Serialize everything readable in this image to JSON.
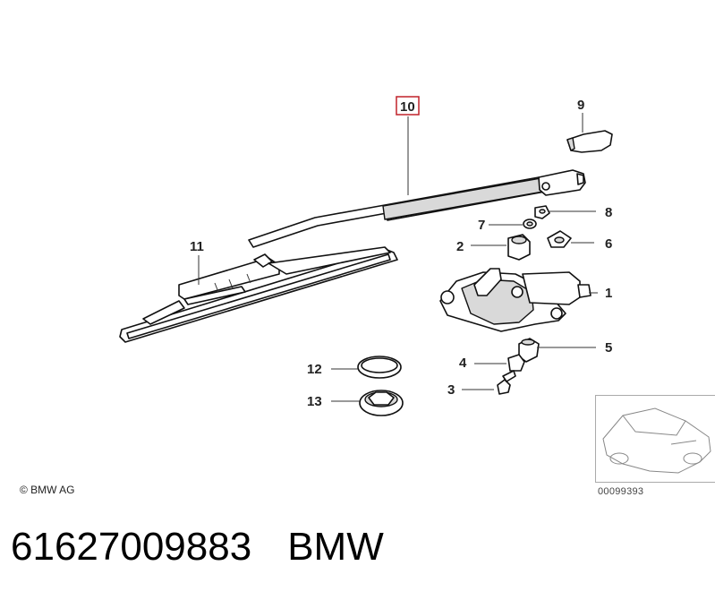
{
  "callouts": {
    "c1": "1",
    "c2": "2",
    "c3": "3",
    "c4": "4",
    "c5": "5",
    "c6": "6",
    "c7": "7",
    "c8": "8",
    "c9": "9",
    "c10": "10",
    "c11": "11",
    "c12": "12",
    "c13": "13"
  },
  "highlight_color": "#c0222a",
  "copyright": "© BMW AG",
  "reference_number": "00099393",
  "footer": {
    "part_number": "61627009883",
    "brand": "BMW"
  }
}
